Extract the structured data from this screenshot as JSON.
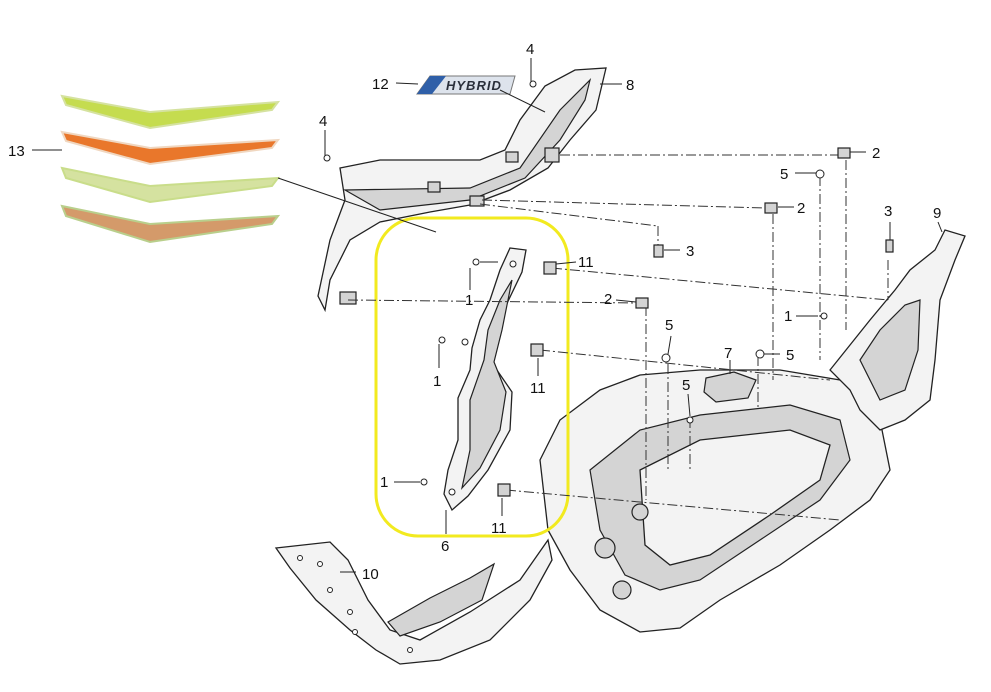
{
  "highlight_color": "#f2ea1f",
  "decal_colors": [
    "#c5dc4f",
    "#e9772b",
    "#d5e2a0",
    "#d49a6a"
  ],
  "logo_text": "HYBRID",
  "callouts": {
    "c12": "12",
    "c8": "8",
    "c4a": "4",
    "c4b": "4",
    "c13": "13",
    "c2a": "2",
    "c2b": "2",
    "c2c": "2",
    "c5a": "5",
    "c5b": "5",
    "c5c": "5",
    "c3a": "3",
    "c3b": "3",
    "c9": "9",
    "c1a": "1",
    "c1b": "1",
    "c1c": "1",
    "c1d": "1",
    "c11a": "11",
    "c11b": "11",
    "c11c": "11",
    "c7": "7",
    "c6": "6",
    "c10": "10"
  }
}
